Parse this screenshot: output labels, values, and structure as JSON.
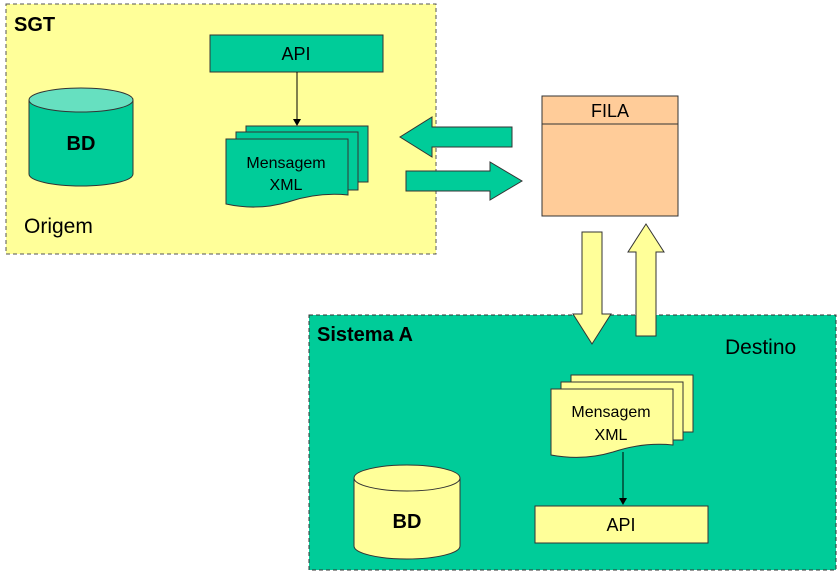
{
  "sgt": {
    "title": "SGT",
    "origin_label": "Origem",
    "database_label": "BD",
    "api_label": "API",
    "message_line1": "Mensagem",
    "message_line2": "XML"
  },
  "queue": {
    "title": "FILA"
  },
  "system_a": {
    "title": "Sistema A",
    "destination_label": "Destino",
    "database_label": "BD",
    "api_label": "API",
    "message_line1": "Mensagem",
    "message_line2": "XML"
  },
  "colors": {
    "sgt_fill": "#ffff99",
    "system_a_fill": "#00cc99",
    "queue_fill": "#ffcc99",
    "teal_shape": "#00cc99",
    "yellow_shape": "#ffff99"
  }
}
